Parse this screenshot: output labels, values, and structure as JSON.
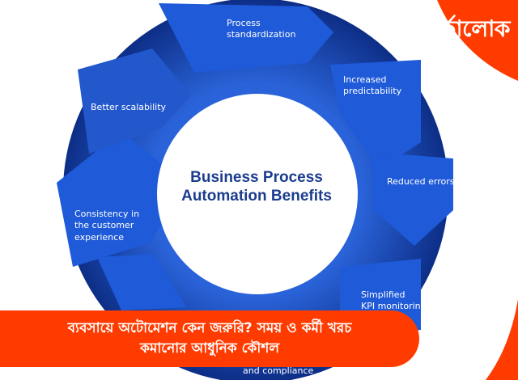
{
  "colors": {
    "ring_blue": "#1d4fc4",
    "ring_dark": "#0c2a80",
    "arrow_blue": "#1f5ad8",
    "center_text": "#1b3c8f",
    "brand_red": "#ff3b00"
  },
  "diagram": {
    "title": "Business Process\nAutomation Benefits",
    "segments": [
      {
        "label": "Process\nstandardization"
      },
      {
        "label": "Increased\npredictability"
      },
      {
        "label": "Reduced errors"
      },
      {
        "label": "Simplified\nKPI monitoring"
      },
      {
        "label": "and compliance"
      },
      {
        "label": "Consistency in\nthe customer\nexperience"
      },
      {
        "label": "Better scalability"
      }
    ]
  },
  "brand": {
    "logo": "বার্তালোক"
  },
  "caption": {
    "text": "ব্যবসায়ে অটোমেশন কেন জরুরি? সময় ও কর্মী খরচ\nকমানোর আধুনিক কৌশল"
  }
}
